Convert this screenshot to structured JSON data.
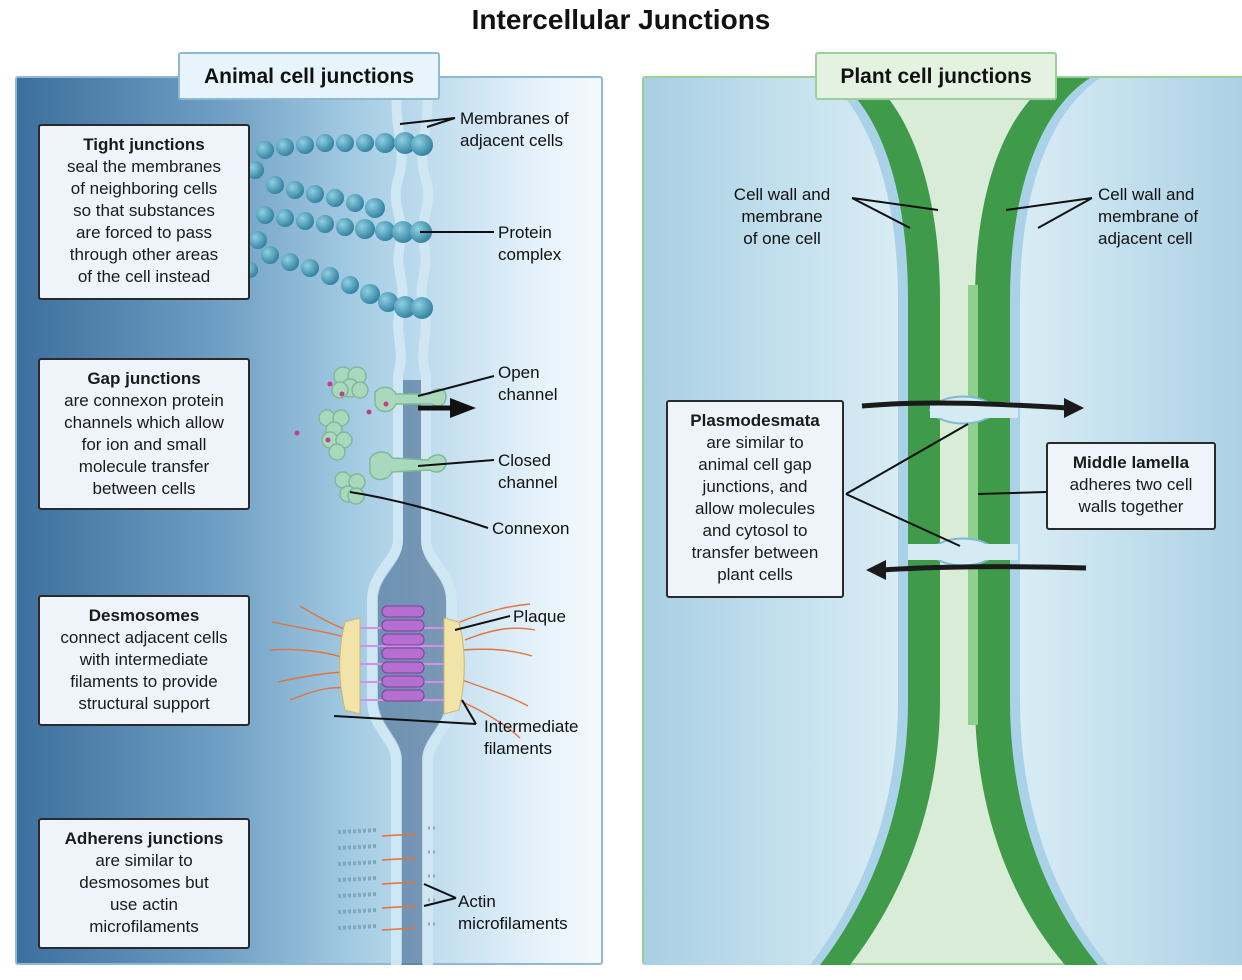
{
  "title": "Intercellular Junctions",
  "animal": {
    "tab": "Animal cell junctions",
    "boxes": {
      "tight": {
        "heading": "Tight junctions",
        "body": "seal the membranes\nof neighboring cells\nso that substances\nare forced to pass\nthrough other areas\nof the cell instead"
      },
      "gap": {
        "heading": "Gap junctions",
        "body": "are connexon protein\nchannels which allow\nfor ion and small\nmolecule transfer\nbetween cells"
      },
      "desmosomes": {
        "heading": "Desmosomes",
        "body": "connect adjacent cells\nwith intermediate\nfilaments to provide\nstructural support"
      },
      "adherens": {
        "heading": "Adherens junctions",
        "body": "are similar to\ndesmosomes but\nuse actin\nmicrofilaments"
      }
    },
    "labels": {
      "membranes": "Membranes of\nadjacent cells",
      "protein_complex": "Protein\ncomplex",
      "open_channel": "Open\nchannel",
      "closed_channel": "Closed\nchannel",
      "connexon": "Connexon",
      "plaque": "Plaque",
      "intermediate_filaments": "Intermediate\nfilaments",
      "actin": "Actin\nmicrofilaments"
    }
  },
  "plant": {
    "tab": "Plant cell junctions",
    "boxes": {
      "plasmodesmata": {
        "heading": "Plasmodesmata",
        "body": "are similar to\nanimal cell gap\njunctions, and\nallow molecules\nand cytosol to\ntransfer between\nplant cells"
      },
      "middle_lamella": {
        "heading": "Middle lamella",
        "body": "adheres two cell\nwalls together"
      }
    },
    "labels": {
      "wall_one": "Cell wall and\nmembrane\nof one cell",
      "wall_adjacent": "Cell wall and\nmembrane of\nadjacent cell"
    }
  },
  "colors": {
    "animal_accent": "#8fb8d3",
    "plant_accent": "#9ccf9c",
    "cell_wall_green": "#3f9a4a",
    "membrane_blue": "#a9d2e8",
    "protein_teal": "#3f93b0",
    "connexon_green": "#a9d8bd",
    "desmosome_purple": "#b46fd0",
    "plaque_yellow": "#f2e3a8",
    "filament_orange": "#e0743a"
  }
}
